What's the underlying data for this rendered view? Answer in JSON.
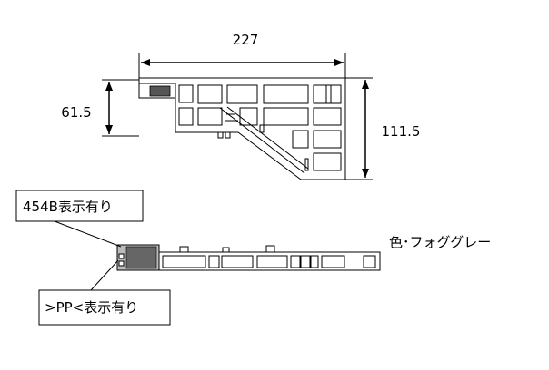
{
  "dimensions": {
    "width": "227",
    "height_left": "61.5",
    "height_right": "111.5"
  },
  "callouts": {
    "top": "454B表示有り",
    "bottom": ">PP<表示有り"
  },
  "color_note": "色･フォググレー"
}
